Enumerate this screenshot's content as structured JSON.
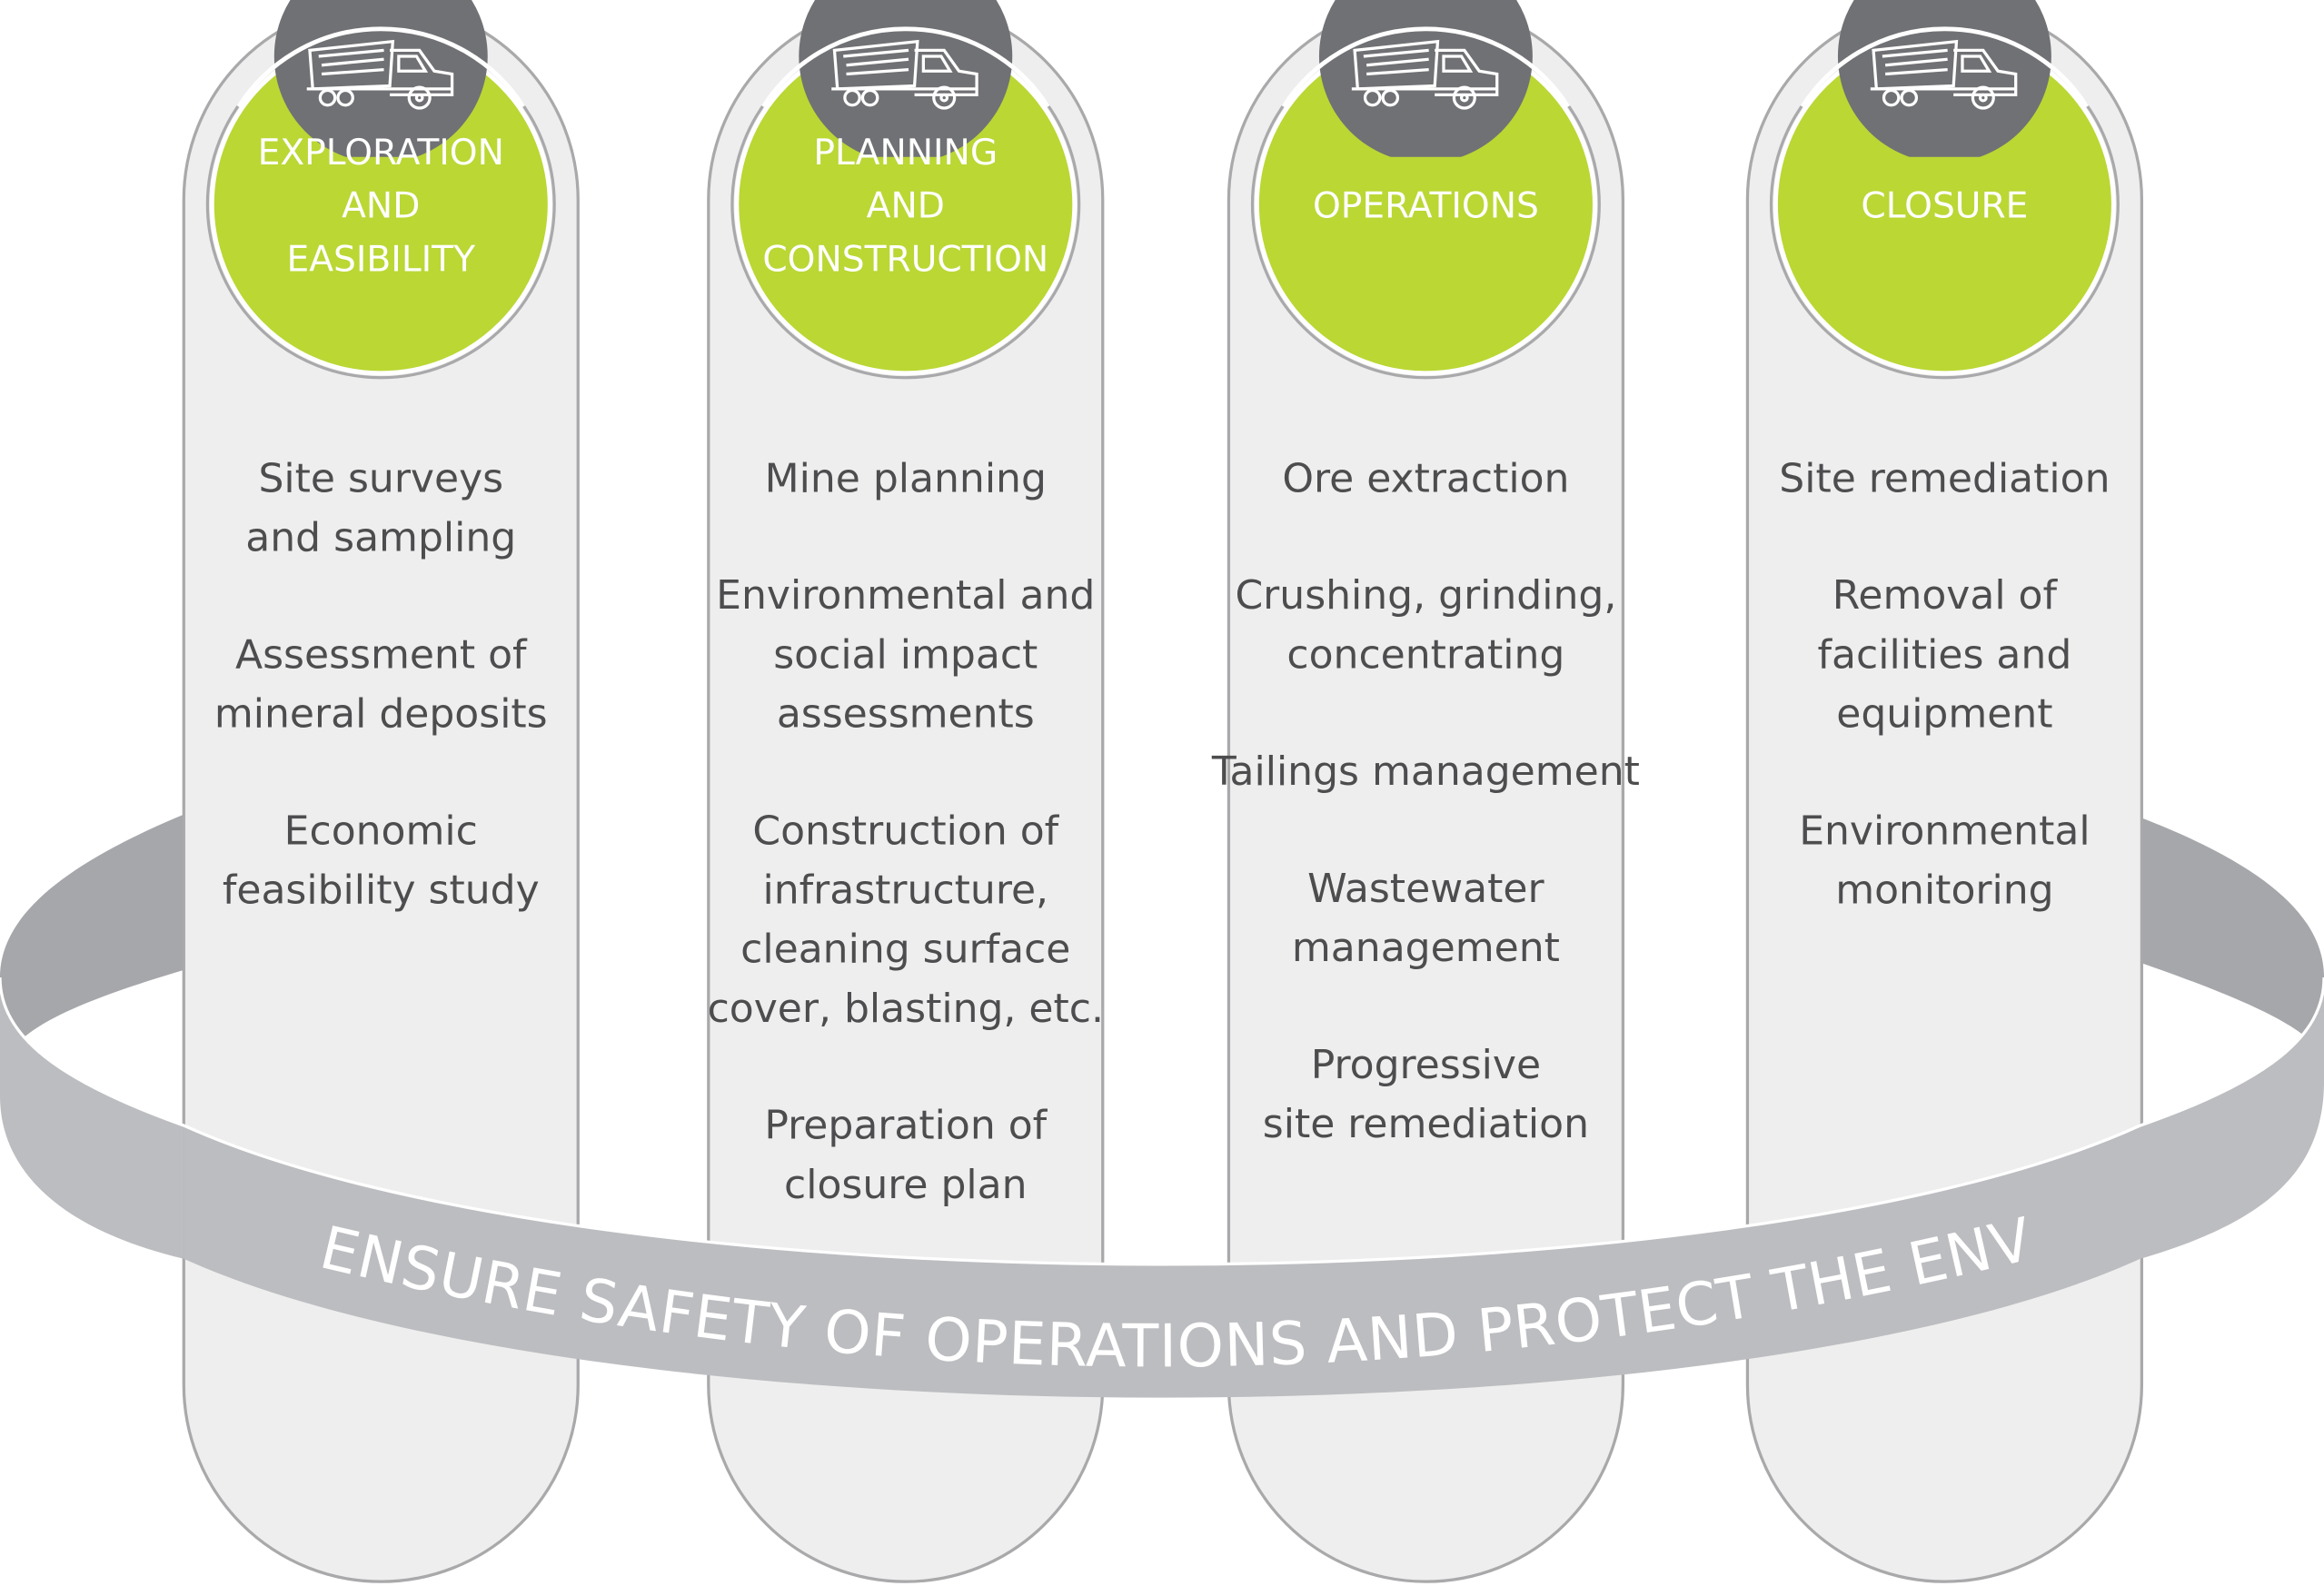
{
  "colors": {
    "green": "#bad734",
    "dark_gray": "#707174",
    "pill_fill": "#eeeeee",
    "pill_stroke": "#a9a9ab",
    "band_top": "#a6a7aa",
    "band_front": "#bcbdc0",
    "text": "#4d4d4f"
  },
  "banner": {
    "text": "ENSURE SAFETY OF OPERATIONS AND PROTECT THE ENVIRONMENT"
  },
  "phases": [
    {
      "icon": "dump-truck-icon",
      "title_lines": [
        "EXPLORATION",
        "AND",
        "EASIBILITY"
      ],
      "items": [
        [
          "Site surveys",
          "and sampling"
        ],
        [
          "Assessment of",
          "mineral deposits"
        ],
        [
          "Economic",
          "feasibility study"
        ]
      ]
    },
    {
      "icon": "dump-truck-icon",
      "title_lines": [
        "PLANNING",
        "AND",
        "CONSTRUCTION"
      ],
      "items": [
        [
          "Mine planning"
        ],
        [
          "Environmental and",
          "social impact",
          "assessments"
        ],
        [
          "Construction of",
          "infrastructure,",
          "cleaning surface",
          "cover, blasting, etc."
        ],
        [
          "Preparation of",
          "closure plan"
        ]
      ]
    },
    {
      "icon": "dump-truck-icon",
      "title_lines": [
        "OPERATIONS"
      ],
      "items": [
        [
          "Ore extraction"
        ],
        [
          "Crushing, grinding,",
          "concentrating"
        ],
        [
          "Tailings management"
        ],
        [
          "Wastewater",
          "management"
        ],
        [
          "Progressive",
          "site remediation"
        ]
      ]
    },
    {
      "icon": "dump-truck-icon",
      "title_lines": [
        "CLOSURE"
      ],
      "items": [
        [
          "Site remediation"
        ],
        [
          "Removal of",
          "facilities and",
          "equipment"
        ],
        [
          "Environmental",
          "monitoring"
        ]
      ]
    }
  ]
}
